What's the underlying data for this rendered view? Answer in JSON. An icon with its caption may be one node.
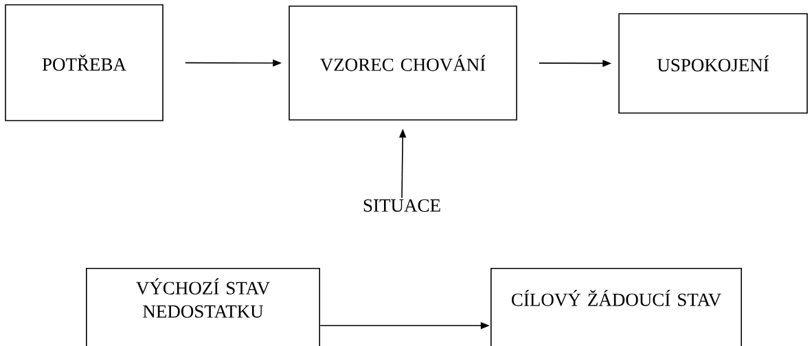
{
  "diagram": {
    "nodes": [
      {
        "text": [
          "POTŘEBA"
        ]
      },
      {
        "text": [
          "VZOREC CHOVÁNÍ"
        ]
      },
      {
        "text": [
          "USPOKOJENÍ"
        ]
      },
      {
        "text": [
          "SITUACE"
        ]
      },
      {
        "text": [
          "VÝCHOZÍ STAV NEDOSTATKU"
        ]
      },
      {
        "text": [
          "CÍLOVÝ ŽÁDOUCÍ STAV"
        ]
      }
    ],
    "edges": [
      {
        "from": 0,
        "to": 1,
        "arrow": "to"
      },
      {
        "from": 1,
        "to": 2,
        "arrow": "to"
      },
      {
        "from": 3,
        "to": 1,
        "arrow": "to"
      },
      {
        "from": 4,
        "to": 5,
        "arrow": "to"
      }
    ]
  }
}
